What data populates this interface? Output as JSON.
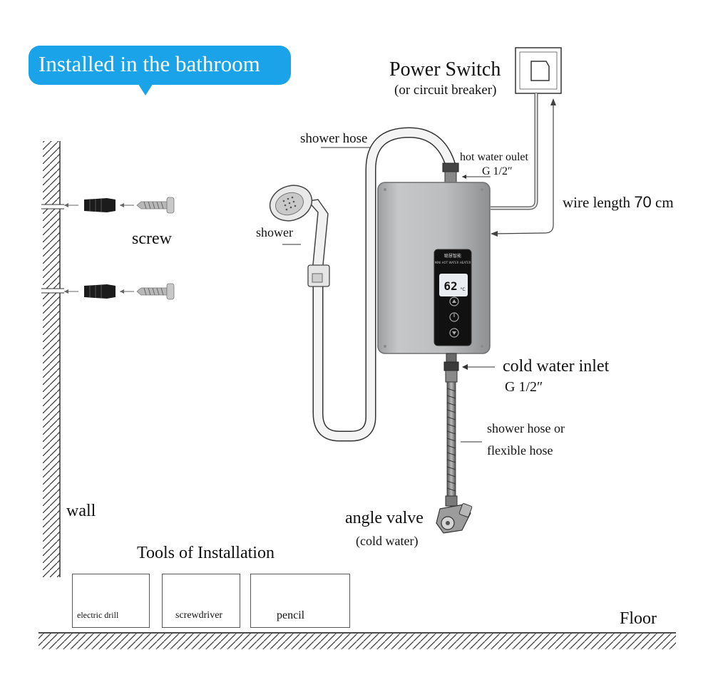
{
  "bubble": {
    "title": "Installed in the bathroom",
    "color": "#1aa3e8"
  },
  "power": {
    "title": "Power Switch",
    "subtitle": "(or circuit breaker)"
  },
  "labels": {
    "shower_hose": "shower hose",
    "hot_water": "hot water oulet",
    "hot_spec": "G 1/2″",
    "wire_prefix": "wire length ",
    "wire_value": "70",
    "wire_unit": " cm",
    "shower": "shower",
    "screw": "screw",
    "cold_inlet": "cold water inlet",
    "cold_spec": "G 1/2″",
    "flex_hose_line1": "shower hose or",
    "flex_hose_line2": "flexible hose",
    "angle_valve": "angle valve",
    "angle_valve_sub": "(cold water)",
    "wall": "wall",
    "floor": "Floor"
  },
  "heater_panel": {
    "brand": "聪慧智能",
    "model": "MINI HOT WATER HEATER",
    "temperature": "62",
    "unit": "°C"
  },
  "tools": {
    "title": "Tools of Installation",
    "items": [
      {
        "label": "electric drill",
        "icon": "electric-drill-icon"
      },
      {
        "label": "screwdriver",
        "icon": "screwdriver-icon"
      },
      {
        "label": "pencil",
        "icon": "pencil-icon"
      }
    ]
  },
  "colors": {
    "heater_body": "#b9babb",
    "panel": "#111111",
    "hose": "#f4f4f4",
    "display": "#e9ecf0"
  }
}
